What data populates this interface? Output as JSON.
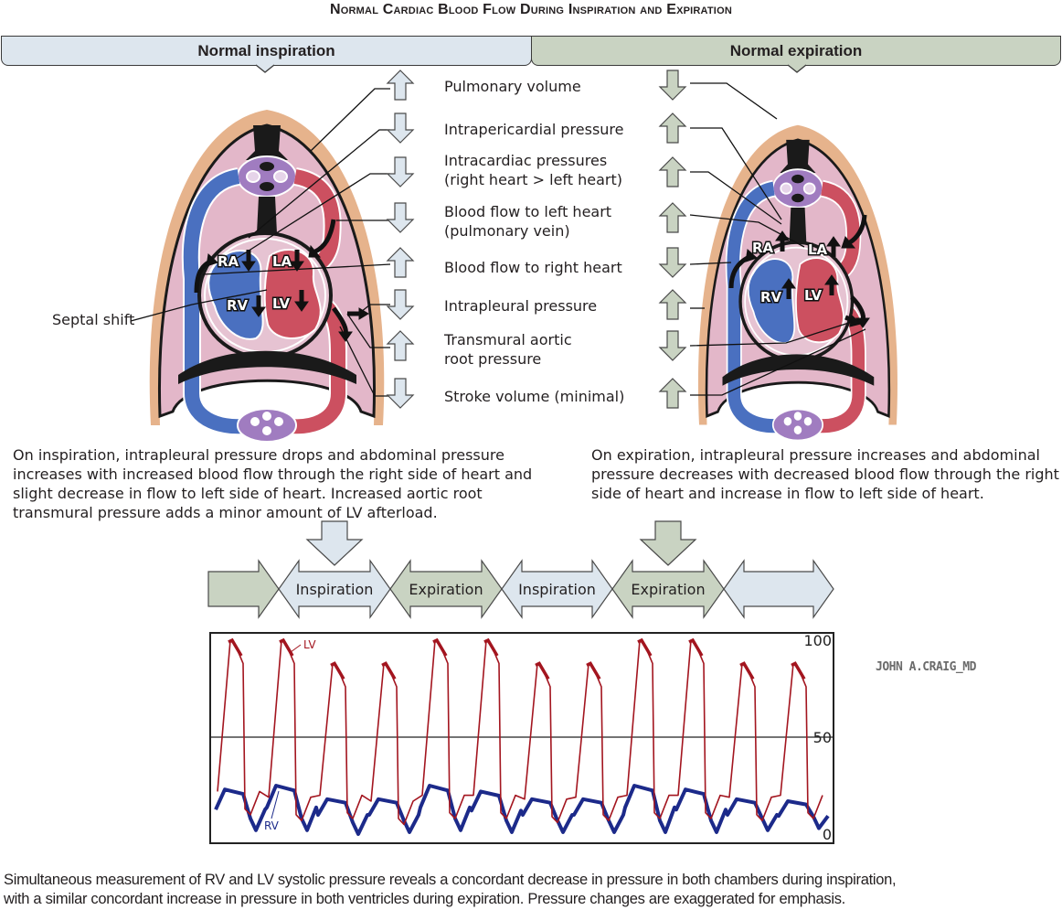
{
  "title": "Normal Cardiac Blood Flow During Inspiration and Expiration",
  "headers": {
    "inspiration": "Normal inspiration",
    "expiration": "Normal expiration"
  },
  "colors": {
    "inspiration_fill": "#dde6ee",
    "expiration_fill": "#c9d3c2",
    "lv_trace": "#a3151f",
    "rv_trace": "#1c2a8a",
    "venous_blue": "#4a70c0",
    "arterial_red": "#cc5060",
    "lung_pink": "#e3b7c9",
    "chest_wall": "#e6b38c",
    "trachea_purple": "#a07cc0"
  },
  "features": [
    {
      "label": "Pulmonary volume",
      "inspiration": "up",
      "expiration": "down"
    },
    {
      "label": "Intrapericardial pressure",
      "inspiration": "down",
      "expiration": "up"
    },
    {
      "label": "Intracardiac pressures\n(right heart > left heart)",
      "line1": "Intracardiac pressures",
      "line2": "(right heart > left heart)",
      "inspiration": "down",
      "expiration": "up"
    },
    {
      "label": "Blood flow to left heart\n(pulmonary vein)",
      "line1": "Blood flow to left heart",
      "line2": "(pulmonary vein)",
      "inspiration": "down",
      "expiration": "up"
    },
    {
      "label": "Blood flow to right heart",
      "inspiration": "up",
      "expiration": "down"
    },
    {
      "label": "Intrapleural pressure",
      "inspiration": "down",
      "expiration": "up"
    },
    {
      "label": "Transmural aortic\nroot pressure",
      "line1": "Transmural aortic",
      "line2": "root pressure",
      "inspiration": "up",
      "expiration": "down"
    },
    {
      "label": "Stroke volume (minimal)",
      "inspiration": "down",
      "expiration": "up"
    }
  ],
  "heart_labels": {
    "ra": "RA",
    "la": "LA",
    "rv": "RV",
    "lv": "LV",
    "septal_shift": "Septal shift"
  },
  "captions": {
    "inspiration": "On inspiration, intrapleural pressure drops and abdominal pressure increases with increased blood flow through the right side of heart and slight decrease in flow to left side of heart. Increased aortic root transmural pressure adds a minor amount of  LV afterload.",
    "inspiration_lines": [
      "On inspiration, intrapleural pressure drops and abdominal pressure",
      "increases with increased blood flow through the right side of heart and",
      "slight decrease in flow to left side of heart. Increased aortic root",
      "transmural pressure adds a minor amount of  LV afterload."
    ],
    "expiration_lines": [
      "On expiration, intrapleural pressure increases and abdominal",
      "pressure decreases with decreased blood flow through the right",
      "side of heart and increase in flow to left side of heart."
    ],
    "bottom_lines": [
      "Simultaneous measurement of  RV and LV systolic pressure reveals a concordant decrease in pressure in both chambers during inspiration,",
      "with a similar concordant increase in pressure in both ventricles during expiration. Pressure changes are exaggerated for emphasis."
    ]
  },
  "phase_strip": {
    "segments": [
      {
        "label": "",
        "phase": "expiration"
      },
      {
        "label": "Inspiration",
        "phase": "inspiration",
        "highlight": true
      },
      {
        "label": "Expiration",
        "phase": "expiration"
      },
      {
        "label": "Inspiration",
        "phase": "inspiration"
      },
      {
        "label": "Expiration",
        "phase": "expiration",
        "highlight": true
      },
      {
        "label": "",
        "phase": "inspiration"
      }
    ]
  },
  "credit": "JOHN A.CRAIG_MD",
  "chart_data": {
    "type": "line",
    "title": "",
    "xlabel": "",
    "ylabel": "",
    "ylim": [
      0,
      100
    ],
    "yticks": [
      "100",
      "50",
      "0"
    ],
    "ytick_values": [
      100,
      50,
      0
    ],
    "gridlines": [
      50
    ],
    "legend": "inline labels",
    "series": [
      {
        "name": "LV",
        "label": "LV",
        "color": "#a3151f",
        "beats": [
          {
            "peak": 100,
            "trough": 10
          },
          {
            "peak": 100,
            "trough": 7
          },
          {
            "peak": 88,
            "trough": 8
          },
          {
            "peak": 88,
            "trough": 5
          },
          {
            "peak": 100,
            "trough": 8
          },
          {
            "peak": 100,
            "trough": 8
          },
          {
            "peak": 88,
            "trough": 6
          },
          {
            "peak": 88,
            "trough": 7
          },
          {
            "peak": 100,
            "trough": 8
          },
          {
            "peak": 100,
            "trough": 8
          },
          {
            "peak": 88,
            "trough": 7
          },
          {
            "peak": 88,
            "trough": 8
          }
        ]
      },
      {
        "name": "RV",
        "label": "RV",
        "color": "#1c2a8a",
        "beats": [
          {
            "peak": 23,
            "trough": 2
          },
          {
            "peak": 25,
            "trough": 2
          },
          {
            "peak": 18,
            "trough": 0
          },
          {
            "peak": 18,
            "trough": 1
          },
          {
            "peak": 25,
            "trough": 2
          },
          {
            "peak": 22,
            "trough": 1
          },
          {
            "peak": 18,
            "trough": 1
          },
          {
            "peak": 18,
            "trough": 1
          },
          {
            "peak": 25,
            "trough": 1
          },
          {
            "peak": 23,
            "trough": 1
          },
          {
            "peak": 18,
            "trough": 2
          },
          {
            "peak": 17,
            "trough": 3
          }
        ]
      }
    ],
    "phase_pattern": [
      "expiration",
      "expiration",
      "inspiration",
      "inspiration",
      "expiration",
      "expiration",
      "inspiration",
      "inspiration",
      "expiration",
      "expiration",
      "inspiration",
      "inspiration"
    ]
  }
}
